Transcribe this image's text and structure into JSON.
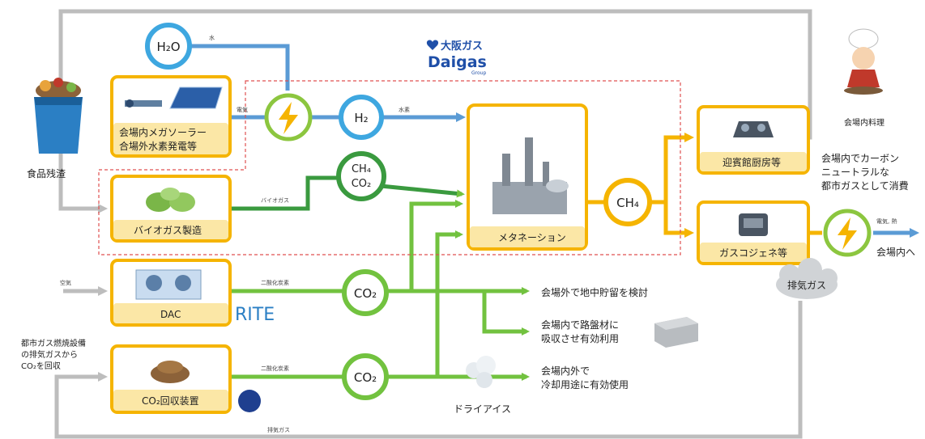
{
  "brand": {
    "name_jp": "大阪ガス",
    "name_en": "Daigas",
    "sub": "Group"
  },
  "colors": {
    "gray": "#bdbdbd",
    "blue": "#5b9bd5",
    "green": "#72c23f",
    "darkgreen": "#3a9a3f",
    "orange": "#f5b400",
    "boxfill": "#fbe7a6",
    "red": "#e05050"
  },
  "circles": {
    "h2o": "H₂O",
    "h2": "H₂",
    "ch4": "CH₄",
    "co2_mix": "CO₂",
    "ch4_out": "CH₄",
    "co2_a": "CO₂",
    "co2_b": "CO₂"
  },
  "boxes": {
    "solar": "会場内メガソーラー\n合場外水素発電等",
    "solar_l1": "会場内メガソーラー",
    "solar_l2": "合場外水素発電等",
    "biogas": "バイオガス製造",
    "dac": "DAC",
    "co2_recovery": "CO₂回収装置",
    "methanation": "メタネーション",
    "kitchen": "迎賓館厨房等",
    "cogen": "ガスコジェネ等"
  },
  "small_labels": {
    "water": "水",
    "power": "電気",
    "hydrogen": "水素",
    "biogas": "バイオガス",
    "air": "空気",
    "co2_a": "二酸化炭素",
    "co2_b": "二酸化炭素",
    "exhaust": "排気ガス",
    "elec_heat": "電気, 熱"
  },
  "labels": {
    "food_waste": "食品残渣",
    "venue_cooking": "会場内料理",
    "carbon_neutral_l1": "会場内でカーボン",
    "carbon_neutral_l2": "ニュートラルな",
    "carbon_neutral_l3": "都市ガスとして消費",
    "to_venue": "会場内へ",
    "exhaust_gas": "排気ガス",
    "underground": "会場外で地中貯留を検討",
    "paving_l1": "会場内で路盤材に",
    "paving_l2": "吸収させ有効利用",
    "cooling_l1": "会場内外で",
    "cooling_l2": "冷却用途に有効使用",
    "dry_ice": "ドライアイス",
    "city_gas_l1": "都市ガス燃焼設備",
    "city_gas_l2": "の排気ガスから",
    "city_gas_l3": "CO₂を回収",
    "rite": "RITE"
  }
}
